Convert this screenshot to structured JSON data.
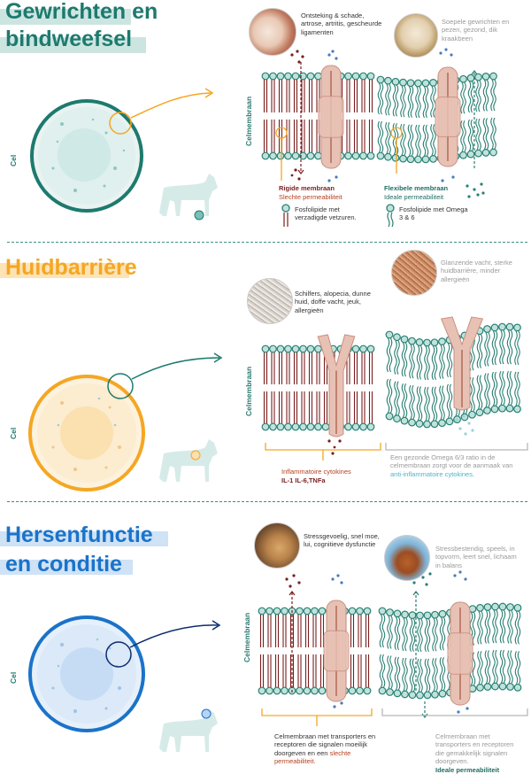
{
  "sections": [
    {
      "title_line1": "Gewrichten en",
      "title_line2": "bindweefsel",
      "cell_label": "Cel",
      "membrane_label_left": "Celmembraan",
      "bad_caption": "Ontsteking & schade, artrose, artritis, gescheurde ligamenten",
      "good_caption": "Soepele gewrichten en pezen, gezond, dik kraakbeen",
      "bad_membrane_title": "Rigide membraan",
      "bad_membrane_sub": "Slechte permeabiliteit",
      "good_membrane_title": "Flexibele membraan",
      "good_membrane_sub": "Ideale permeabiliteit",
      "legend_bad": "Fosfolipide met verzadigde vetzuren.",
      "legend_good": "Fosfolipide met Omega 3 & 6"
    },
    {
      "title": "Huidbarrière",
      "cell_label": "Cel",
      "membrane_label_left": "Celmembraan",
      "bad_caption": "Schilfers, alopecia, dunne huid, doffe vacht, jeuk, allergieën",
      "good_caption": "Glanzende vacht, sterke huidbarrière, minder allergieën",
      "bad_line1": "Inflammatoire cytokines",
      "bad_line2": "IL-1 IL-6,TNFa",
      "good_text_1": "Een gezonde Omega 6/3  ratio in de celmembraan zorgt voor de aanmaak van ",
      "good_text_2": "anti-inflammatoire cytokines."
    },
    {
      "title_line1": "Hersenfunctie",
      "title_line2": "en conditie",
      "cell_label": "Cel",
      "membrane_label_left": "Celmembraan",
      "bad_caption": "Stressgevoelig, snel moe, lui, cognitieve dysfunctie",
      "good_caption": "Stressbestendig, speels, in topvorm, leert snel, lichaam in balans",
      "bad_text_1": "Celmembraan met transporters en receptoren die signalen moeilijk doorgeven en een ",
      "bad_text_2": "slechte permeabiliteit.",
      "good_text_1": "Celmembraan met transporters en receptoren die gemakkelijk signalen doorgeven.",
      "good_text_2": "Ideale permeabiliteit"
    }
  ],
  "colors": {
    "section1": "#1d7a6e",
    "section2": "#f5a623",
    "section3": "#1a73c9",
    "membrane_teal": "#2a7f73",
    "tail_red": "#7b1e1e",
    "protein": "#e8c1b5"
  }
}
